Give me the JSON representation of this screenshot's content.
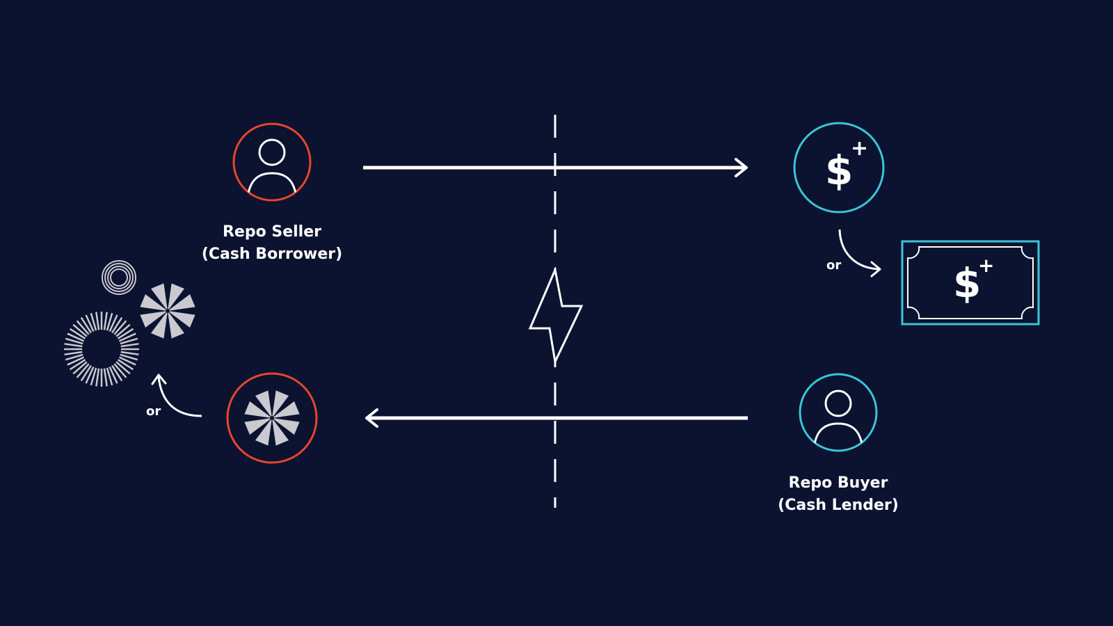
{
  "colors": {
    "background": "#0b1330",
    "seller_accent": "#e8452c",
    "buyer_accent": "#3cc4d8",
    "line": "#ffffff",
    "collateral_gray": "#c9c9cf"
  },
  "seller": {
    "line1": "Repo Seller",
    "line2": "(Cash Borrower)",
    "icon": "person-icon"
  },
  "buyer": {
    "line1": "Repo Buyer",
    "line2": "(Cash Lender)",
    "icon": "person-icon"
  },
  "cash": {
    "coin_symbol": "$",
    "coin_plus": "+",
    "bill_symbol": "$",
    "bill_plus": "+",
    "or_text": "or"
  },
  "collateral": {
    "icon": "pinwheel-icon",
    "or_text": "or",
    "alternatives": [
      "concentric-rings-icon",
      "pinwheel-icon",
      "radial-burst-icon"
    ]
  },
  "center": {
    "icon": "lightning-bolt-icon",
    "divider": "dashed-divider"
  }
}
